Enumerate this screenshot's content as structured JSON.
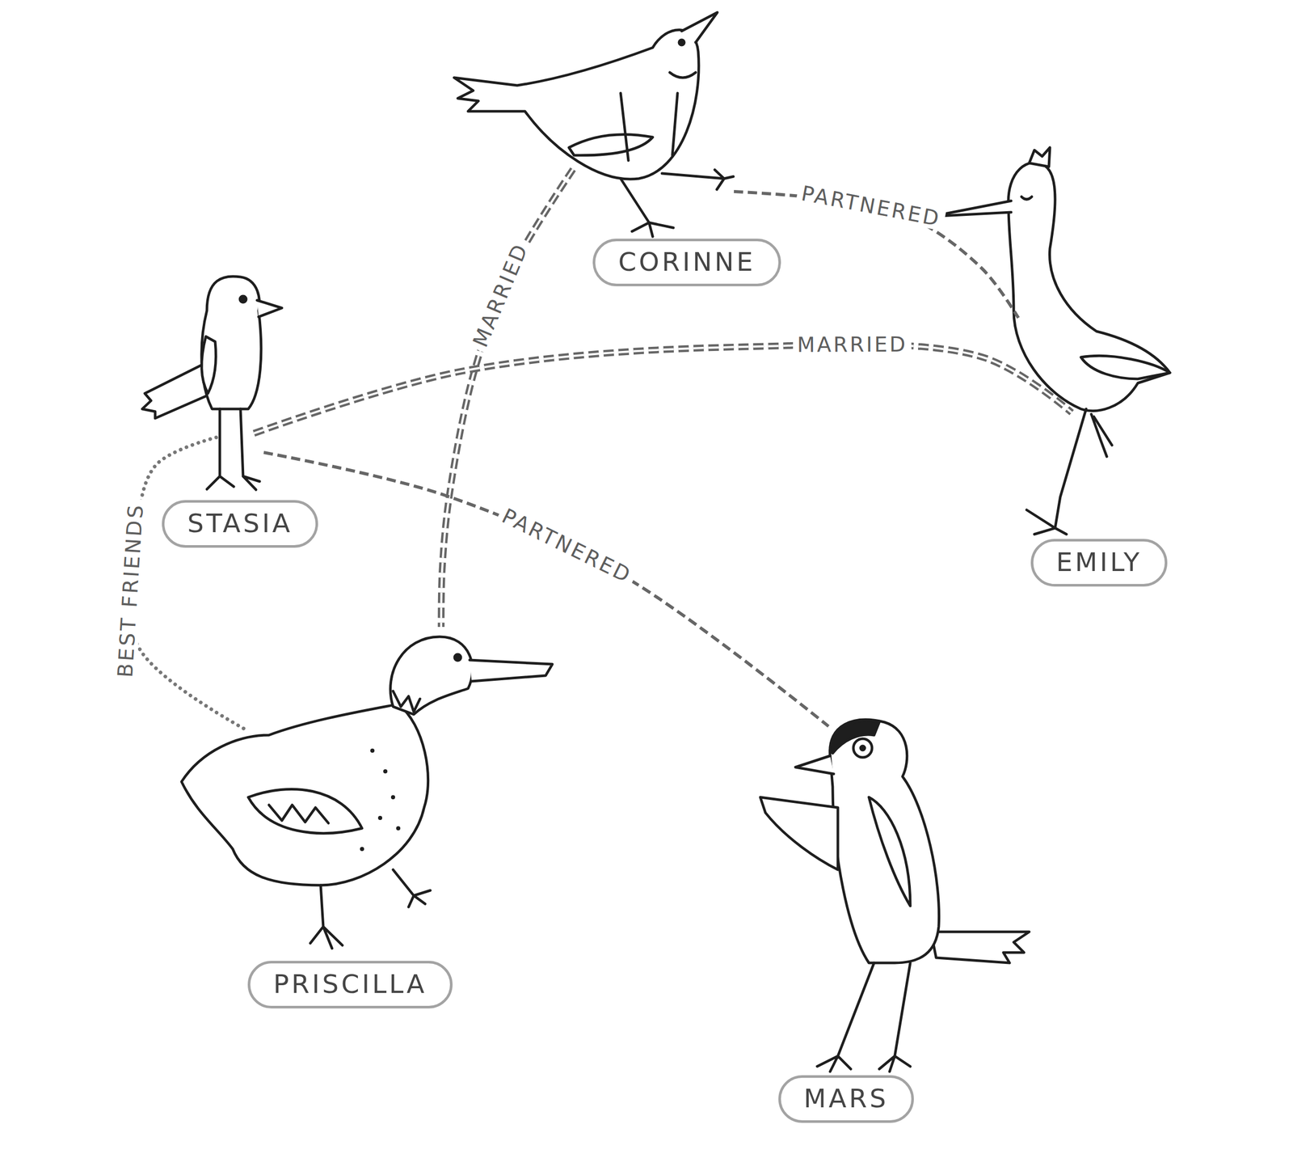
{
  "diagram": {
    "nodes": [
      {
        "text": [
          "CORINNE"
        ]
      },
      {
        "text": [
          "STASIA"
        ]
      },
      {
        "text": [
          "EMILY"
        ]
      },
      {
        "text": [
          "PRISCILLA"
        ]
      },
      {
        "text": [
          "MARS"
        ]
      }
    ],
    "edges": [
      {
        "from": 0,
        "to": 2,
        "label": "PARTNERED",
        "arrow": "none"
      },
      {
        "from": 0,
        "to": 3,
        "label": "MARRIED",
        "arrow": "none"
      },
      {
        "from": 1,
        "to": 2,
        "label": "MARRIED",
        "arrow": "none"
      },
      {
        "from": 1,
        "to": 3,
        "label": "BEST FRIENDS",
        "arrow": "none"
      },
      {
        "from": 1,
        "to": 4,
        "label": "PARTNERED",
        "arrow": "none"
      }
    ]
  }
}
